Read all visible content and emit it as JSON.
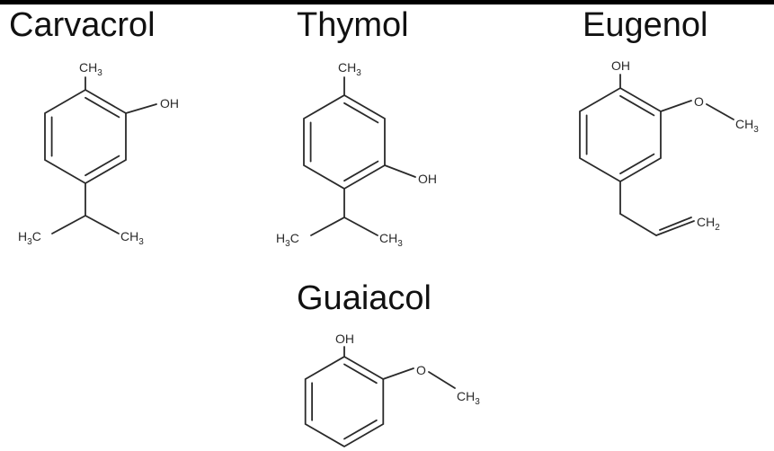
{
  "molecules": {
    "carvacrol": {
      "name": "Carvacrol",
      "methyl": {
        "a": "CH",
        "b": "3"
      },
      "hydroxyl": "OH",
      "isopropyl_left": {
        "a": "H",
        "b": "3",
        "c": "C"
      },
      "isopropyl_right": {
        "a": "CH",
        "b": "3"
      }
    },
    "thymol": {
      "name": "Thymol",
      "methyl": {
        "a": "CH",
        "b": "3"
      },
      "hydroxyl": "OH",
      "isopropyl_left": {
        "a": "H",
        "b": "3",
        "c": "C"
      },
      "isopropyl_right": {
        "a": "CH",
        "b": "3"
      }
    },
    "eugenol": {
      "name": "Eugenol",
      "hydroxyl": "OH",
      "ether_oxygen": "O",
      "methyl": {
        "a": "CH",
        "b": "3"
      },
      "methylene": {
        "a": "CH",
        "b": "2"
      }
    },
    "guaiacol": {
      "name": "Guaiacol",
      "hydroxyl": "OH",
      "ether_oxygen": "O",
      "methyl": {
        "a": "CH",
        "b": "3"
      }
    }
  },
  "colors": {
    "background": "#ffffff",
    "ink": "#2a2a2a",
    "frame": "#000000"
  }
}
